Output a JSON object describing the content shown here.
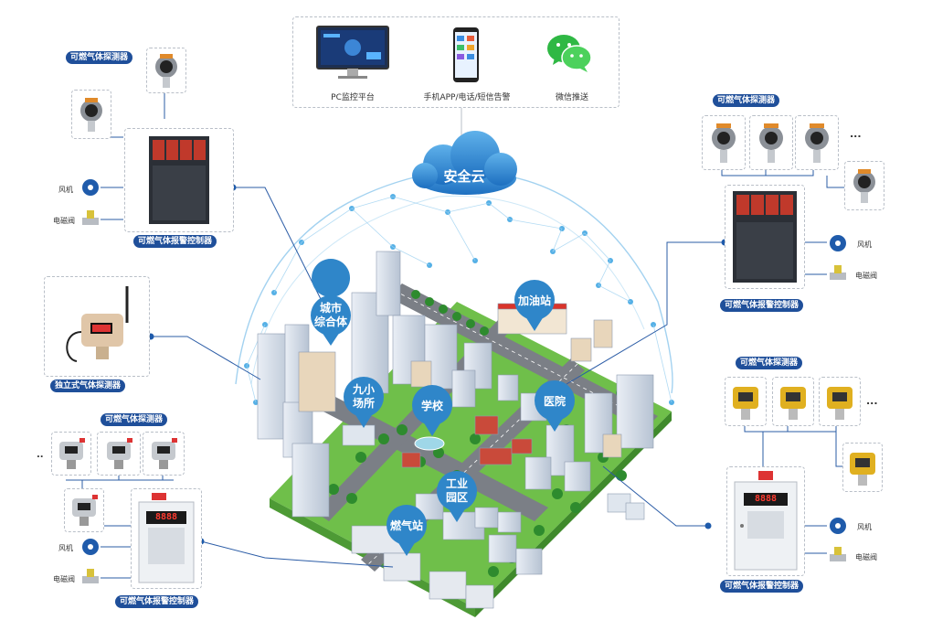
{
  "cloud": {
    "label": "安全云"
  },
  "top_panel": {
    "pc_label": "PC监控平台",
    "app_label": "手机APP/电话/短信告警",
    "wechat_label": "微信推送"
  },
  "left_top": {
    "detector_title": "可燃气体探测器",
    "fan_label": "风机",
    "valve_label": "电磁阀",
    "controller_title": "可燃气体报警控制器"
  },
  "left_mid": {
    "title": "独立式气体探测器"
  },
  "left_bottom": {
    "detector_title": "可燃气体探测器",
    "ellipsis": "..",
    "fan_label": "风机",
    "valve_label": "电磁阀",
    "controller_title": "可燃气体报警控制器",
    "display_value": "8888"
  },
  "right_top": {
    "detector_title": "可燃气体探测器",
    "ellipsis": "...",
    "fan_label": "风机",
    "valve_label": "电磁阀",
    "controller_title": "可燃气体报警控制器"
  },
  "right_bottom": {
    "detector_title": "可燃气体探测器",
    "ellipsis": "...",
    "fan_label": "风机",
    "valve_label": "电磁阀",
    "controller_title": "可燃气体报警控制器",
    "display_value": "8888"
  },
  "pins": {
    "city_complex_1": "城市",
    "city_complex_2": "综合体",
    "gas_station": "加油站",
    "small_venue_1": "九小",
    "small_venue_2": "场所",
    "school": "学校",
    "hospital": "医院",
    "industrial_park_1": "工业",
    "industrial_park_2": "园区",
    "gas_plant": "燃气站"
  },
  "colors": {
    "navy": "#1f4f9a",
    "pin": "#2f86c9",
    "grass": "#6fbf4a",
    "road": "#7b7f86"
  }
}
